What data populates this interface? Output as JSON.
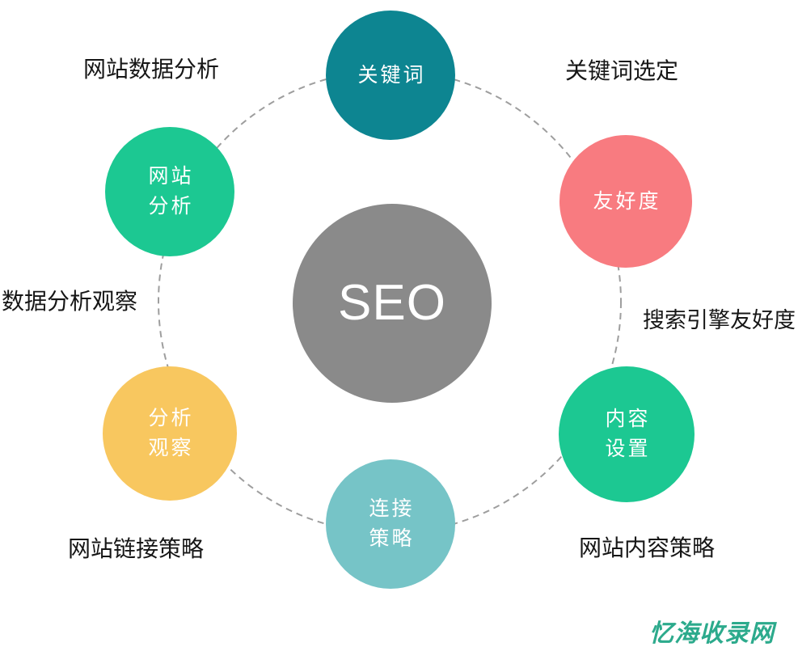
{
  "diagram": {
    "center": {
      "label": "SEO",
      "color": "#8a8a8a",
      "text_color": "#ffffff"
    },
    "orbit": {
      "color": "#9e9e9e"
    },
    "nodes": [
      {
        "id": "keywords",
        "lines": [
          "关键词"
        ],
        "color": "#0d8591"
      },
      {
        "id": "site-analysis",
        "lines": [
          "网站",
          "分析"
        ],
        "color": "#1cc892"
      },
      {
        "id": "friendliness",
        "lines": [
          "友好度"
        ],
        "color": "#f87b80"
      },
      {
        "id": "analysis-observation",
        "lines": [
          "分析",
          "观察"
        ],
        "color": "#f8c75f"
      },
      {
        "id": "content-setup",
        "lines": [
          "内容",
          "设置"
        ],
        "color": "#1cc892"
      },
      {
        "id": "link-strategy",
        "lines": [
          "连接",
          "策略"
        ],
        "color": "#76c4c7"
      }
    ],
    "labels": [
      {
        "id": "top-left",
        "text": "网站数据分析"
      },
      {
        "id": "top-right",
        "text": "关键词选定"
      },
      {
        "id": "left",
        "text": "数据分析观察"
      },
      {
        "id": "right",
        "text": "搜索引擎友好度"
      },
      {
        "id": "bottom-left",
        "text": "网站链接策略"
      },
      {
        "id": "bottom-right",
        "text": "网站内容策略"
      }
    ],
    "watermark": {
      "text": "忆海收录网",
      "color": "#2caa8c"
    }
  }
}
